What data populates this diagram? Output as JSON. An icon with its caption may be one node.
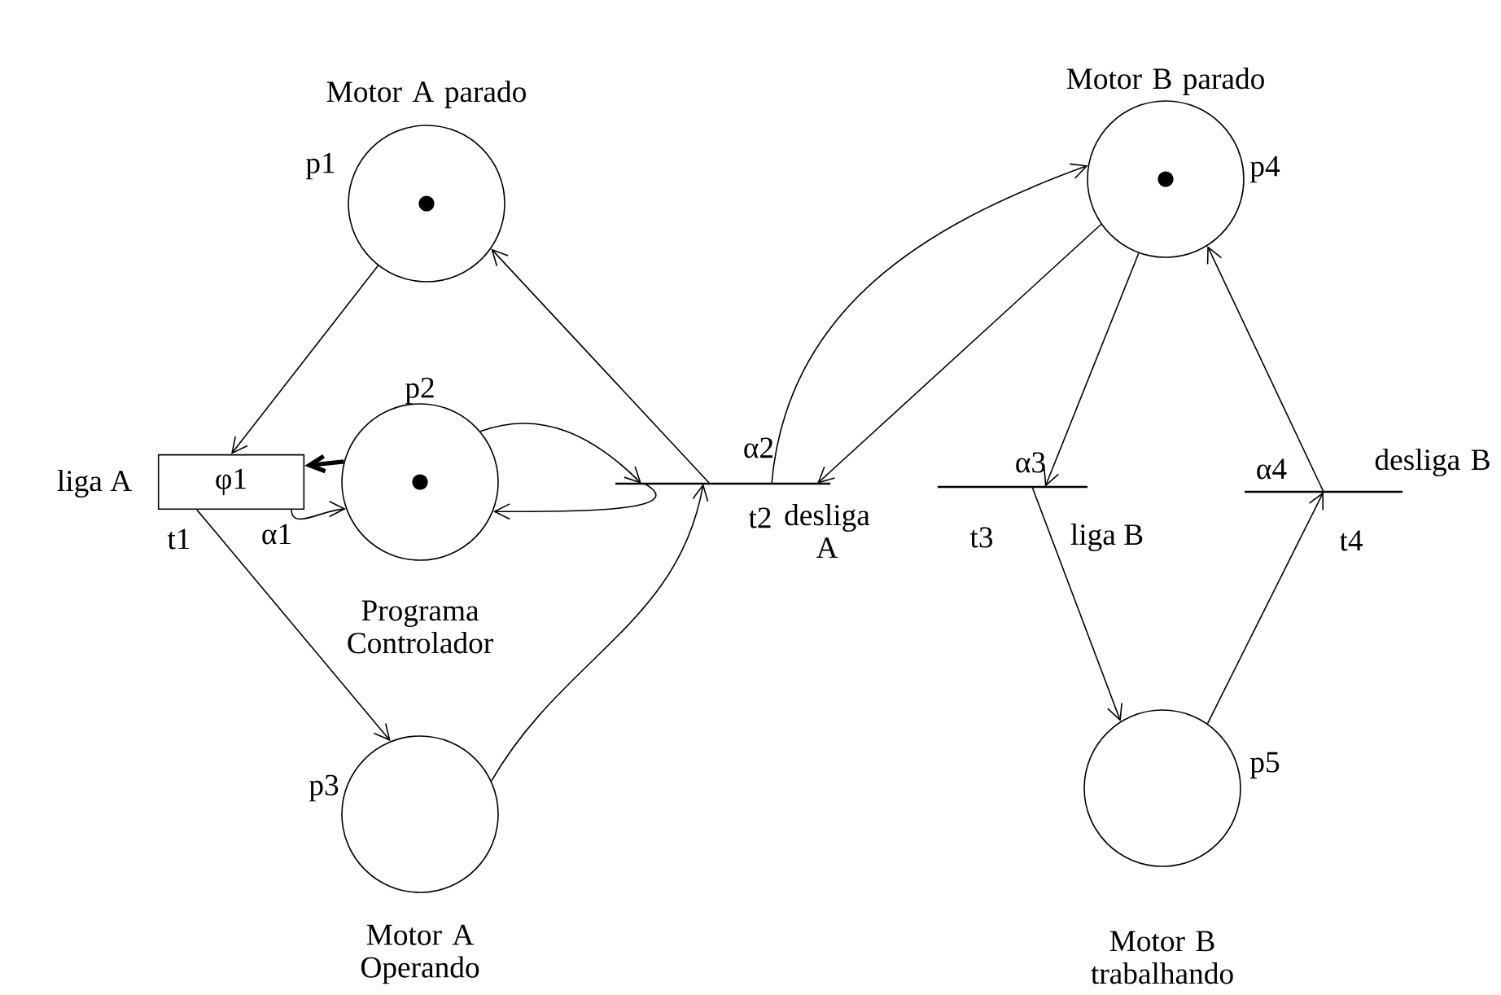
{
  "diagram": {
    "nodes": [
      {
        "text": [
          "Motor A parado"
        ],
        "beside": [
          "p1"
        ]
      },
      {
        "text": [
          "φ1"
        ],
        "beside": [
          "liga A",
          "t1",
          "α1"
        ]
      },
      {
        "text": [
          "Programa Controlador"
        ],
        "beside": [
          "p2"
        ]
      },
      {
        "text": [
          "Motor A Operando"
        ],
        "beside": [
          "p3"
        ]
      },
      {
        "text": [],
        "shape": "bar",
        "beside": [
          "α2",
          "t2",
          "desliga A"
        ]
      },
      {
        "text": [
          "Motor B parado"
        ],
        "beside": [
          "p4"
        ]
      },
      {
        "text": [],
        "shape": "bar",
        "beside": [
          "α3",
          "t3",
          "liga B"
        ]
      },
      {
        "text": [],
        "shape": "bar",
        "beside": [
          "α4",
          "desliga B",
          "t4"
        ]
      },
      {
        "text": [
          "Motor B trabalhando"
        ],
        "beside": [
          "p5"
        ]
      }
    ],
    "edges": [
      {
        "from": 0,
        "to": 1,
        "arrow": "to"
      },
      {
        "from": 1,
        "to": 3,
        "arrow": "to"
      },
      {
        "from": 3,
        "to": 4,
        "arrow": "to"
      },
      {
        "from": 4,
        "to": 0,
        "arrow": "to"
      },
      {
        "from": 2,
        "to": 1,
        "arrow": "to",
        "style": "thick"
      },
      {
        "from": 1,
        "to": 2,
        "arrow": "to"
      },
      {
        "from": 2,
        "to": 4,
        "arrow": "to"
      },
      {
        "from": 4,
        "to": 2,
        "arrow": "to"
      },
      {
        "from": 4,
        "to": 5,
        "arrow": "to"
      },
      {
        "from": 5,
        "to": 4,
        "arrow": "to"
      },
      {
        "from": 5,
        "to": 6,
        "arrow": "to"
      },
      {
        "from": 6,
        "to": 8,
        "arrow": "to"
      },
      {
        "from": 8,
        "to": 7,
        "arrow": "to"
      },
      {
        "from": 7,
        "to": 5,
        "arrow": "to"
      }
    ]
  }
}
